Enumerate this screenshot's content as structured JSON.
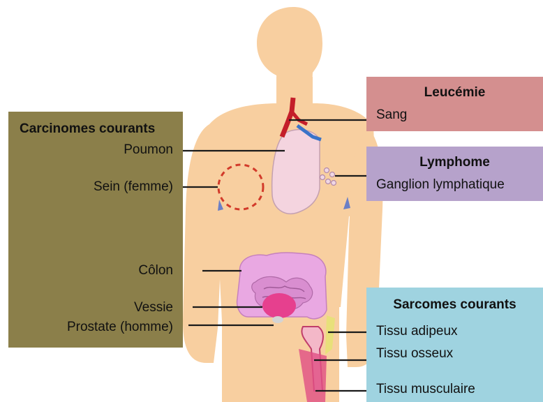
{
  "colors": {
    "skin": "#f8cfa0",
    "carcinomes_box": "#8b7f4a",
    "leucemie_box": "#d48f8f",
    "lymphome_box": "#b6a2cb",
    "sarcomes_box": "#9fd3e0",
    "tumor_marker": "#d23a2a",
    "organ_pink": "#e9a8e2",
    "lung": "#f4d4df"
  },
  "carcinomes": {
    "title": "Carcinomes courants",
    "items": [
      "Poumon",
      "Sein (femme)",
      "Côlon",
      "Vessie",
      "Prostate (homme)"
    ]
  },
  "leucemie": {
    "title": "Leucémie",
    "items": [
      "Sang"
    ]
  },
  "lymphome": {
    "title": "Lymphome",
    "items": [
      "Ganglion lymphatique"
    ]
  },
  "sarcomes": {
    "title": "Sarcomes courants",
    "items": [
      "Tissu adipeux",
      "Tissu osseux",
      "Tissu musculaire"
    ]
  }
}
